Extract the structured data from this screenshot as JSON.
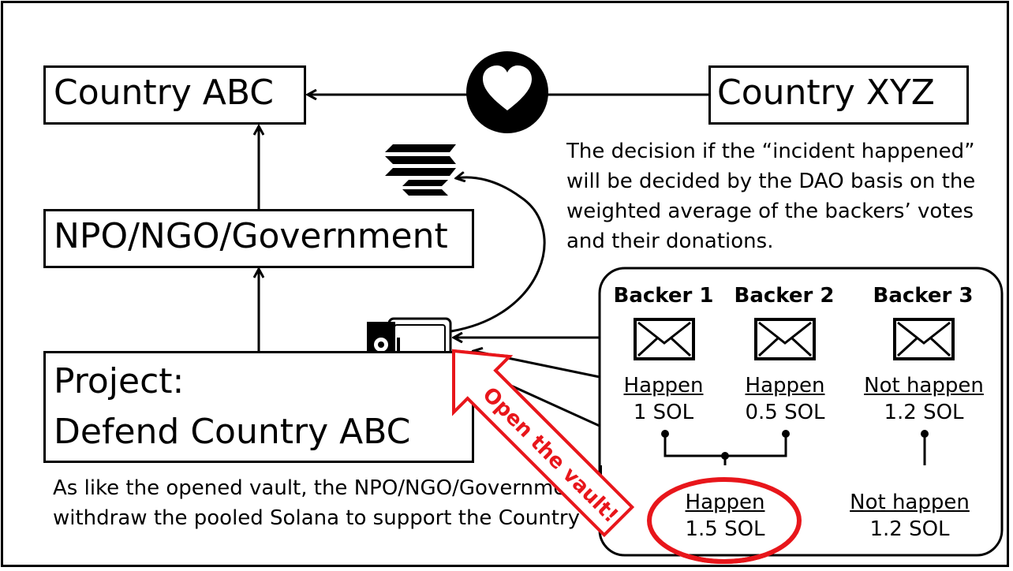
{
  "boxes": {
    "country_abc": "Country ABC",
    "country_xyz": "Country XYZ",
    "npo": "NPO/NGO/Government",
    "project_line1": "Project:",
    "project_line2": "Defend Country ABC"
  },
  "decision_text": [
    "The decision if the “incident happened”",
    "will be decided by the DAO basis on the",
    "weighted average of the backers’ votes",
    "and their donations."
  ],
  "vault_text": [
    "As like the opened vault, the NPO/NGO/Governme",
    "withdraw the pooled Solana to support the Country"
  ],
  "backers": [
    {
      "name": "Backer 1",
      "vote": "Happen",
      "amount": "1 SOL"
    },
    {
      "name": "Backer 2",
      "vote": "Happen",
      "amount": "0.5 SOL"
    },
    {
      "name": "Backer 3",
      "vote": "Not happen",
      "amount": "1.2 SOL"
    }
  ],
  "results": [
    {
      "vote": "Happen",
      "amount": "1.5 SOL"
    },
    {
      "vote": "Not happen",
      "amount": "1.2 SOL"
    }
  ],
  "callout": "Open the vault!",
  "icons": [
    "heart-icon",
    "solana-logo-icon",
    "vault-icon",
    "envelope-icon"
  ],
  "colors": {
    "accent": "#e8161b",
    "line": "#000000"
  }
}
